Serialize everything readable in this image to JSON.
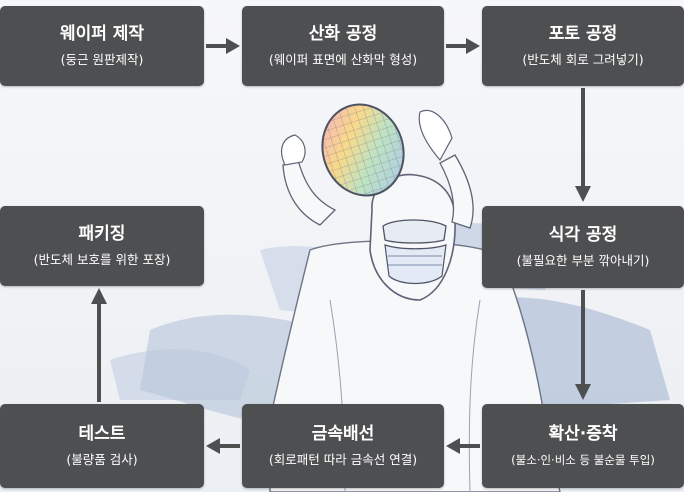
{
  "steps": [
    {
      "title": "웨이퍼 제작",
      "desc": "(둥근 원판제작)"
    },
    {
      "title": "산화 공정",
      "desc": "(웨이퍼 표면에 산화막 형성)"
    },
    {
      "title": "포토 공정",
      "desc": "(반도체 회로 그려넣기)"
    },
    {
      "title": "식각 공정",
      "desc": "(불필요한 부분 깎아내기)"
    },
    {
      "title": "확산·증착",
      "desc": "(불소·인·비소 등 불순물 투입)"
    },
    {
      "title": "금속배선",
      "desc": "(회로패턴 따라 금속선 연결)"
    },
    {
      "title": "테스트",
      "desc": "(불량품 검사)"
    },
    {
      "title": "패키징",
      "desc": "(반도체 보호를 위한 포장)"
    }
  ],
  "colors": {
    "box": "#4e4f51",
    "text": "#ffffff",
    "arrow": "#4e4f51"
  }
}
